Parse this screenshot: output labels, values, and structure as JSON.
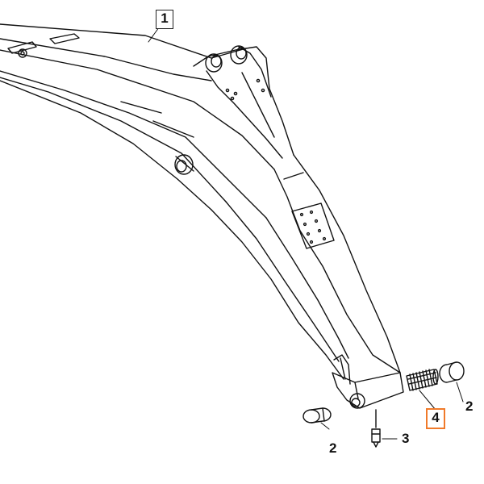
{
  "callouts": [
    {
      "label": "1"
    },
    {
      "label": "2"
    },
    {
      "label": "2"
    },
    {
      "label": "3"
    },
    {
      "label": "4"
    }
  ],
  "colors": {
    "line": "#111111",
    "highlight": "#f07a2a",
    "background": "#ffffff"
  }
}
